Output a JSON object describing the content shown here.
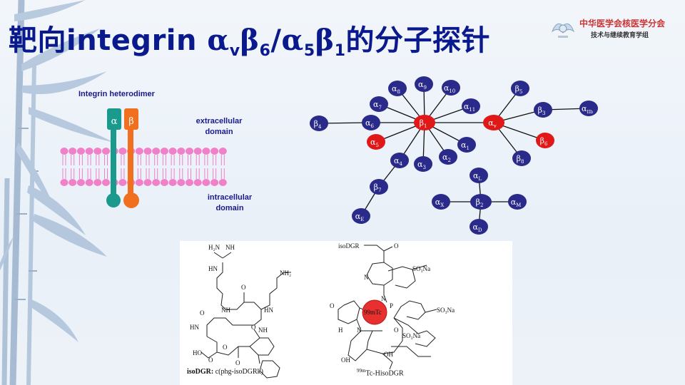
{
  "title": {
    "prefix": "靶向integrin ",
    "alpha": "α",
    "v": "v",
    "beta": "β",
    "six": "6",
    "slash": "/",
    "alpha2": "α",
    "five": "5",
    "beta2": "β",
    "one": "1",
    "suffix": "的分子探针"
  },
  "logo": {
    "line1": "中华医学会核医学分会",
    "line2": "技术与继续教育学组"
  },
  "membrane_diagram": {
    "heading": "Integrin heterodimer",
    "alpha_label": "α",
    "beta_label": "β",
    "extracellular": [
      "extracellular",
      "domain"
    ],
    "intracellular": [
      "intracellular",
      "domain"
    ],
    "colors": {
      "alpha": "#1a9a8c",
      "beta": "#f07020",
      "lipid": "#f080c8"
    }
  },
  "network": {
    "colors": {
      "node": "#2a2a8a",
      "highlight": "#e01818"
    },
    "hubs": [
      {
        "id": "b1",
        "greek": "β",
        "sub": "1"
      },
      {
        "id": "av",
        "greek": "α",
        "sub": "v"
      },
      {
        "id": "b2",
        "greek": "β",
        "sub": "2"
      }
    ],
    "nodes": [
      {
        "id": "a8",
        "greek": "α",
        "sub": "8",
        "highlight": false
      },
      {
        "id": "a9",
        "greek": "α",
        "sub": "9",
        "highlight": false
      },
      {
        "id": "a10",
        "greek": "α",
        "sub": "10",
        "highlight": false
      },
      {
        "id": "a7",
        "greek": "α",
        "sub": "7",
        "highlight": false
      },
      {
        "id": "a11",
        "greek": "α",
        "sub": "11",
        "highlight": false
      },
      {
        "id": "b4",
        "greek": "β",
        "sub": "4",
        "highlight": false
      },
      {
        "id": "a6",
        "greek": "α",
        "sub": "6",
        "highlight": false
      },
      {
        "id": "a5",
        "greek": "α",
        "sub": "5",
        "highlight": true
      },
      {
        "id": "a4",
        "greek": "α",
        "sub": "4",
        "highlight": false
      },
      {
        "id": "a3",
        "greek": "α",
        "sub": "3",
        "highlight": false
      },
      {
        "id": "a2",
        "greek": "α",
        "sub": "2",
        "highlight": false
      },
      {
        "id": "a1",
        "greek": "α",
        "sub": "1",
        "highlight": false
      },
      {
        "id": "b7",
        "greek": "β",
        "sub": "7",
        "highlight": false
      },
      {
        "id": "aE",
        "greek": "α",
        "sub": "E",
        "highlight": false
      },
      {
        "id": "b5",
        "greek": "β",
        "sub": "5",
        "highlight": false
      },
      {
        "id": "b3",
        "greek": "β",
        "sub": "3",
        "highlight": false
      },
      {
        "id": "aIIb",
        "greek": "α",
        "sub": "IIb",
        "highlight": false
      },
      {
        "id": "b6",
        "greek": "β",
        "sub": "6",
        "highlight": true
      },
      {
        "id": "b8",
        "greek": "β",
        "sub": "8",
        "highlight": false
      },
      {
        "id": "aL",
        "greek": "α",
        "sub": "L",
        "highlight": false
      },
      {
        "id": "aX",
        "greek": "α",
        "sub": "X",
        "highlight": false
      },
      {
        "id": "aM",
        "greek": "α",
        "sub": "M",
        "highlight": false
      },
      {
        "id": "aD",
        "greek": "α",
        "sub": "D",
        "highlight": false
      }
    ],
    "edges": [
      [
        "b1",
        "a8"
      ],
      [
        "b1",
        "a9"
      ],
      [
        "b1",
        "a10"
      ],
      [
        "b1",
        "a7"
      ],
      [
        "b1",
        "a11"
      ],
      [
        "b1",
        "a6"
      ],
      [
        "b1",
        "a5"
      ],
      [
        "b1",
        "a4"
      ],
      [
        "b1",
        "a3"
      ],
      [
        "b1",
        "a2"
      ],
      [
        "b1",
        "a1"
      ],
      [
        "b1",
        "av"
      ],
      [
        "a6",
        "b4"
      ],
      [
        "a4",
        "b7"
      ],
      [
        "b7",
        "aE"
      ],
      [
        "av",
        "b5"
      ],
      [
        "av",
        "b3"
      ],
      [
        "b3",
        "aIIb"
      ],
      [
        "av",
        "b6"
      ],
      [
        "av",
        "b8"
      ],
      [
        "b2",
        "aL"
      ],
      [
        "b2",
        "aX"
      ],
      [
        "b2",
        "aM"
      ],
      [
        "b2",
        "aD"
      ]
    ]
  },
  "chemistry": {
    "left_caption_bold": "isoDGR:",
    "left_caption_rest": " c(phg-isoDGRk)",
    "right_caption_sup": "99m",
    "right_caption_rest": "Tc-HisoDGR",
    "left_labels": {
      "nh": "NH",
      "h2n": "H₂N",
      "nh2": "NH₂",
      "hn": "HN",
      "o": "O",
      "hn2": "HN",
      "o2": "O",
      "nh3": "NH",
      "hn3": "HN",
      "o3": "O",
      "hooc": "HO",
      "o4": "O",
      "nh4": "NH",
      "o5": "O",
      "o6": "O"
    },
    "right_labels": {
      "isodgr": "isoDGR",
      "o": "O",
      "n": "N",
      "nn": "N",
      "so3na1": "SO₃Na",
      "tc": "99mTc",
      "p": "P",
      "so3na2": "SO₃Na",
      "o2": "O",
      "n2": "N",
      "h": "H",
      "o3": "O",
      "so3na3": "SO₃Na",
      "oh1": "OH",
      "oh2": "OH"
    }
  }
}
